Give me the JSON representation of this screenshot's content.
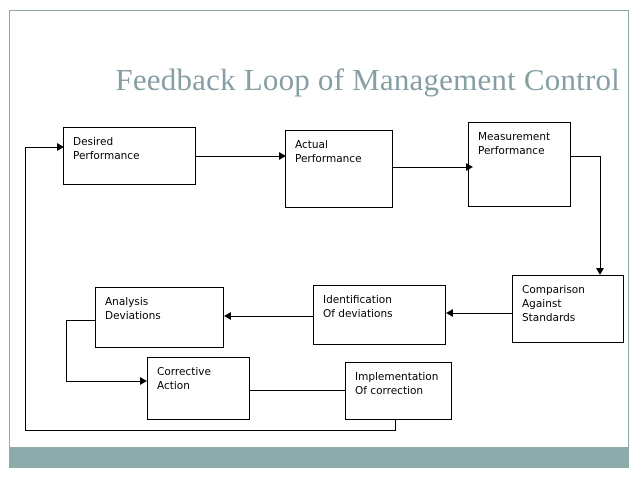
{
  "slide": {
    "title": "Feedback Loop of Management Control",
    "title_color": "#869fa4",
    "frame_color": "#8fa7ad",
    "accent_bar_color": "#8cacab",
    "background_color": "#ffffff",
    "line_color": "#000000"
  },
  "nodes": [
    {
      "id": "desired-performance",
      "label": "Desired\nPerformance"
    },
    {
      "id": "actual-performance",
      "label": "Actual\nPerformance"
    },
    {
      "id": "measurement-performance",
      "label": "Measurement\nPerformance"
    },
    {
      "id": "comparison-against-standards",
      "label": "Comparison\nAgainst\nStandards"
    },
    {
      "id": "identification-of-deviations",
      "label": "Identification\nOf deviations"
    },
    {
      "id": "analysis-deviations",
      "label": "Analysis\nDeviations"
    },
    {
      "id": "corrective-action",
      "label": "Corrective\nAction"
    },
    {
      "id": "implementation-of-correction",
      "label": "Implementation\nOf correction"
    }
  ],
  "connectors": [
    {
      "id": "desired-to-actual",
      "from": "desired-performance",
      "to": "actual-performance",
      "arrowhead": "right"
    },
    {
      "id": "actual-to-measurement",
      "from": "actual-performance",
      "to": "measurement-performance",
      "arrowhead": "right"
    },
    {
      "id": "measurement-to-comparison",
      "from": "measurement-performance",
      "to": "comparison-against-standards",
      "arrowhead": "down"
    },
    {
      "id": "comparison-to-identification",
      "from": "comparison-against-standards",
      "to": "identification-of-deviations",
      "arrowhead": "left"
    },
    {
      "id": "identification-to-analysis",
      "from": "identification-of-deviations",
      "to": "analysis-deviations",
      "arrowhead": "left"
    },
    {
      "id": "analysis-to-corrective",
      "from": "analysis-deviations",
      "to": "corrective-action",
      "arrowhead": "right"
    },
    {
      "id": "corrective-to-implementation",
      "from": "corrective-action",
      "to": "implementation-of-correction",
      "arrowhead": "none"
    },
    {
      "id": "implementation-to-desired",
      "from": "implementation-of-correction",
      "to": "desired-performance",
      "arrowhead": "right"
    }
  ]
}
